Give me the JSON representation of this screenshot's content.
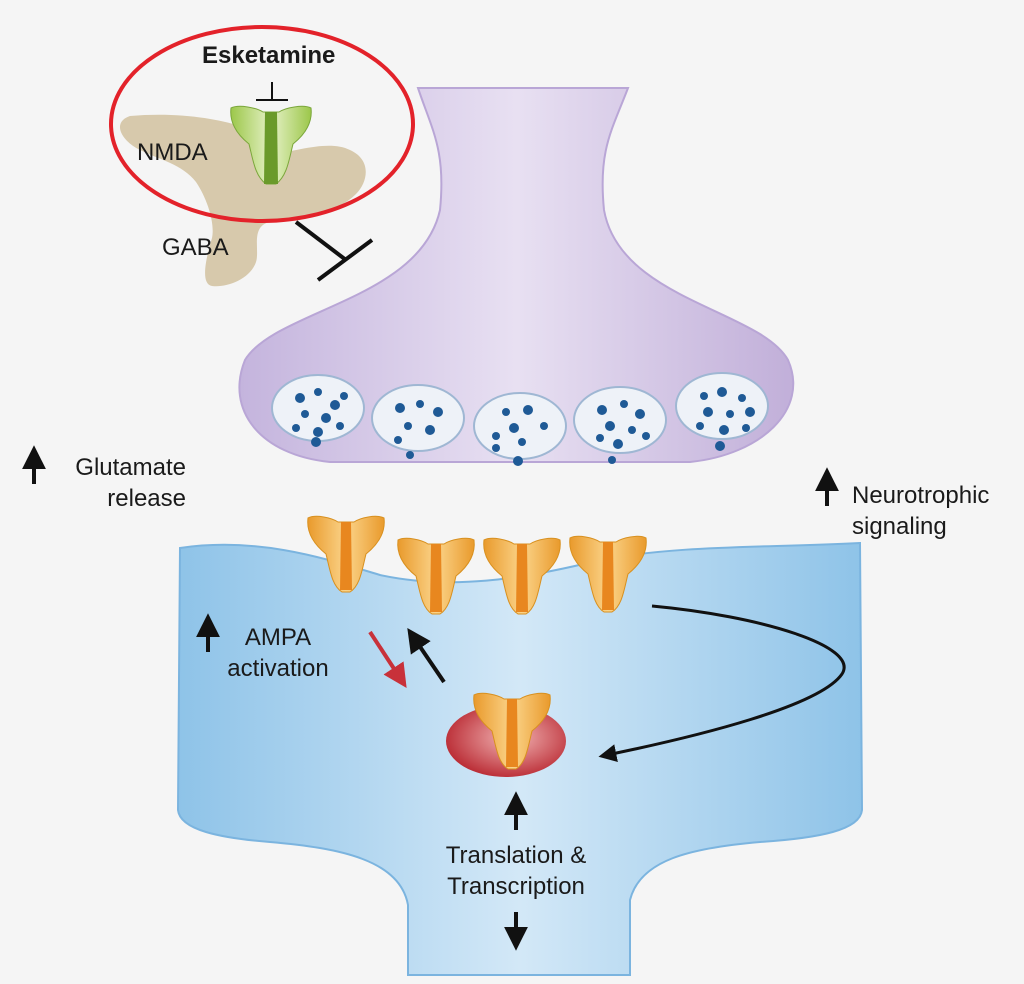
{
  "labels": {
    "esketamine": "Esketamine",
    "nmda": "NMDA",
    "gaba": "GABA",
    "glutamate_line1": "Glutamate",
    "glutamate_line2": "release",
    "neurotrophic_line1": "Neurotrophic",
    "neurotrophic_line2": "signaling",
    "ampa_line1": "AMPA",
    "ampa_line2": "activation",
    "translation_line1": "Translation &",
    "translation_line2": "Transcription"
  },
  "colors": {
    "background": "#f5f5f5",
    "presynaptic": "#d9cde8",
    "postsynaptic": "#a9d0ec",
    "vesicle_dot": "#1f5a96",
    "ampa_receptor": "#f2b24e",
    "internal_receptor_base": "#c8313a",
    "nmda_receptor": "#8bb83a",
    "interneuron": "#d7c9ac",
    "highlight_circle": "#e3222a",
    "red_arrow": "#c8313a",
    "arrow": "#111111"
  },
  "icons": {
    "up_arrow": "up-arrow-icon",
    "down_arrow": "down-arrow-icon",
    "inhibition": "inhibition-bar-icon"
  }
}
